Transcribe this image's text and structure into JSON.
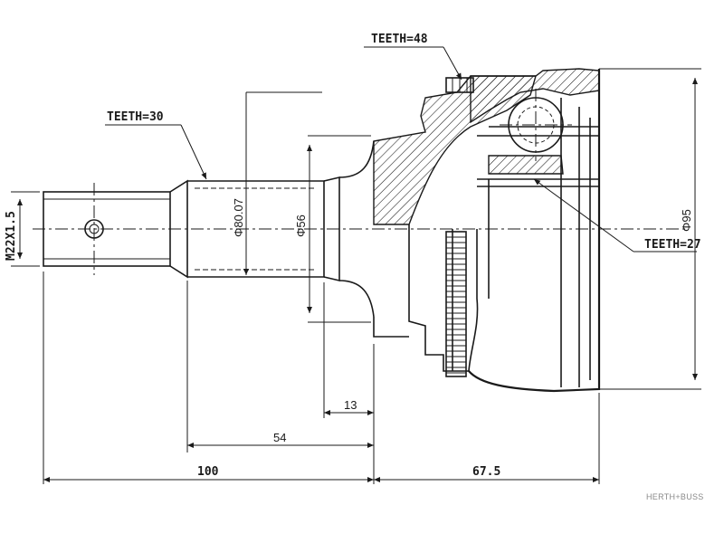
{
  "labels": {
    "teeth_top": "TEETH=48",
    "teeth_left": "TEETH=30",
    "teeth_right": "TEETH=27"
  },
  "dimensions": {
    "thread": "M22X1.5",
    "dia_shaft": "Φ80.07",
    "dia_neck": "Φ56",
    "dia_outer": "Φ95",
    "len_13": "13",
    "len_54": "54",
    "len_100": "100",
    "len_67_5": "67.5"
  },
  "brand": "HERTH+BUSS",
  "colors": {
    "line": "#1a1a1a",
    "brand": "#8a8a8a"
  }
}
